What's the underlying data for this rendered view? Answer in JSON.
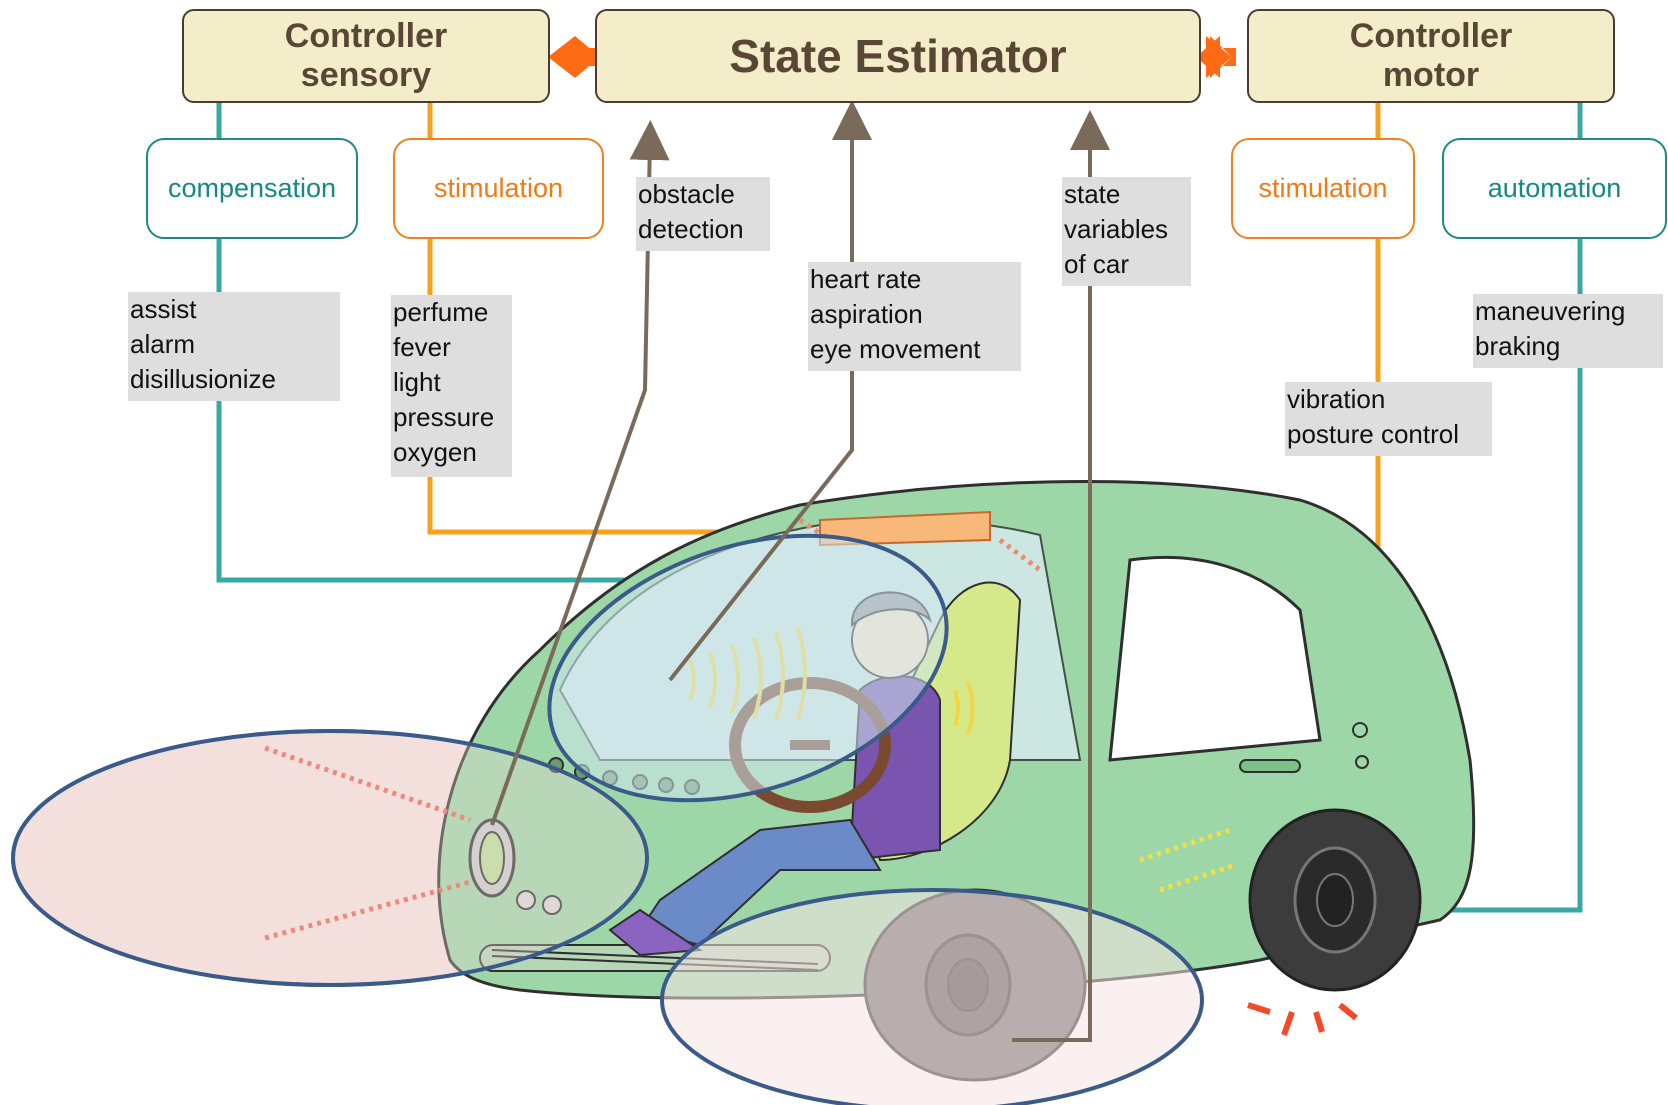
{
  "boxes": {
    "controller_sensory": [
      "Controller",
      "sensory"
    ],
    "state_estimator": "State Estimator",
    "controller_motor": [
      "Controller",
      "motor"
    ]
  },
  "modes": {
    "compensation": "compensation",
    "stimulation_left": "stimulation",
    "stimulation_right": "stimulation",
    "automation": "automation"
  },
  "labels": {
    "compensation_items": [
      "assist",
      "alarm",
      "disillusionize"
    ],
    "stimulation_items": [
      "perfume",
      "fever",
      "light",
      "pressure",
      "oxygen"
    ],
    "obstacle": [
      "obstacle",
      "detection"
    ],
    "driver_state": [
      "heart rate",
      "aspiration",
      "eye movement"
    ],
    "car_state": [
      "state",
      "variables",
      "of car"
    ],
    "motor_stimulation_items": [
      "vibration",
      "posture control"
    ],
    "automation_items": [
      "maneuvering",
      "braking"
    ]
  },
  "colors": {
    "box_fill": "#f3edc9",
    "teal": "#3aa8a2",
    "orange": "#f7a21c",
    "arrow_brown": "#7a6a5a",
    "bidirectional_arrow": "#ff6a14",
    "car_body": "#9dd7a8",
    "ellipse_outline": "#3a5a8a"
  }
}
